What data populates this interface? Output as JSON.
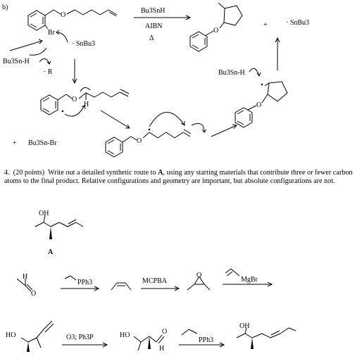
{
  "part_label": "b)",
  "mechanism": {
    "reagent_top": "Bu3SnH",
    "reagent_mid": "AIBN",
    "reagent_bottom": "Δ",
    "plus_1": "+",
    "product_radical": "· SnBu3",
    "br_label": "Br",
    "sn_radical_label": "· SnBu3",
    "bu3snh_label": "Bu3Sn-H",
    "r_radical_label": "· R",
    "o_label": "O",
    "h_label": "H",
    "plus_2": "+",
    "bu3snbr_label": "Bu3Sn-Br",
    "bu3snh_right_label": "Bu3Sn-H"
  },
  "question": {
    "number": "4.",
    "points": "(20 points)",
    "text_before": "Write out a detailed synthetic route to",
    "target": "A",
    "text_after": ", using any starting materials that contribute three or fewer carbon atoms to the final product.  Relative configurations and geometry are important, but absolute configurations are not."
  },
  "target_labels": {
    "oh": "OH",
    "a": "A"
  },
  "synthesis": {
    "aldehyde_h": "H",
    "aldehyde_o": "O",
    "wittig_1": "PPh3",
    "mcpba": "MCPBA",
    "epoxide_o": "O",
    "grignard": "MgBr",
    "ho_1": "HO",
    "ozonolysis": "O3; Ph3P",
    "ho_2": "HO",
    "aldehyde2_o": "O",
    "aldehyde2_h": "H",
    "wittig_2": "PPh3",
    "final_oh": "OH"
  }
}
